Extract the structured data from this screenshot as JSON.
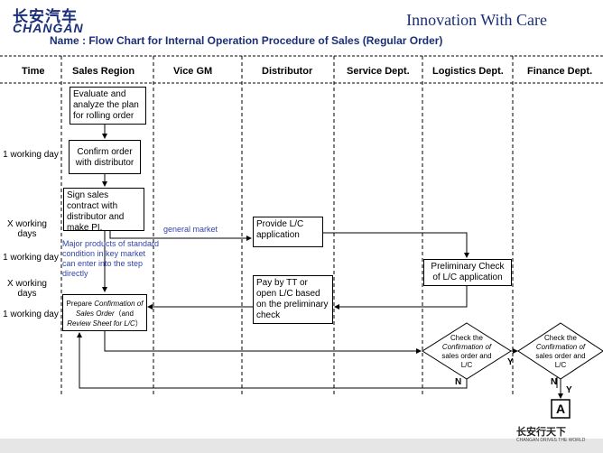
{
  "header": {
    "logo_cn": "长安汽车",
    "logo_en": "CHANGAN",
    "tagline": "Innovation With Care",
    "title": "Name : Flow Chart for Internal Operation Procedure of Sales (Regular Order)"
  },
  "columns": [
    "Time",
    "Sales Region",
    "Vice GM",
    "Distributor",
    "Service Dept.",
    "Logistics Dept.",
    "Finance Dept."
  ],
  "time_labels": [
    "1 working day",
    "X working\ndays",
    "1 working day",
    "X working\ndays",
    "1 working day"
  ],
  "boxes": {
    "evaluate": "Evaluate and analyze the plan for rolling order",
    "confirm": "Confirm order with distributor",
    "sign": "Sign sales contract with distributor and make PI.",
    "provide_lc": "Provide L/C application",
    "prelim_check": "Preliminary Check of L/C application",
    "pay_tt": "Pay by TT or open L/C based on the preliminary check",
    "prepare_1": "Prepare ",
    "prepare_2": "Confirmation of Sales Order",
    "prepare_3": "（and ",
    "prepare_4": "Review Sheet for L/C",
    "prepare_5": "）"
  },
  "notes": {
    "general_market": "general market",
    "major_products": "Major products of standard condition in key market can enter into the step directly"
  },
  "decisions": [
    {
      "line1": "Check the",
      "line2": "Confirmation of",
      "line3": "sales order and",
      "line4": "L/C"
    },
    {
      "line1": "Check the",
      "line2": "Confirmation of",
      "line3": "sales order and",
      "line4": "L/C"
    }
  ],
  "branch_labels": {
    "n1": "N",
    "y1": "Y",
    "n2": "N",
    "y2": "Y"
  },
  "connector": "A",
  "footer": {
    "cn": "长安行天下",
    "en": "CHANGAN DRIVES THE WORLD"
  }
}
